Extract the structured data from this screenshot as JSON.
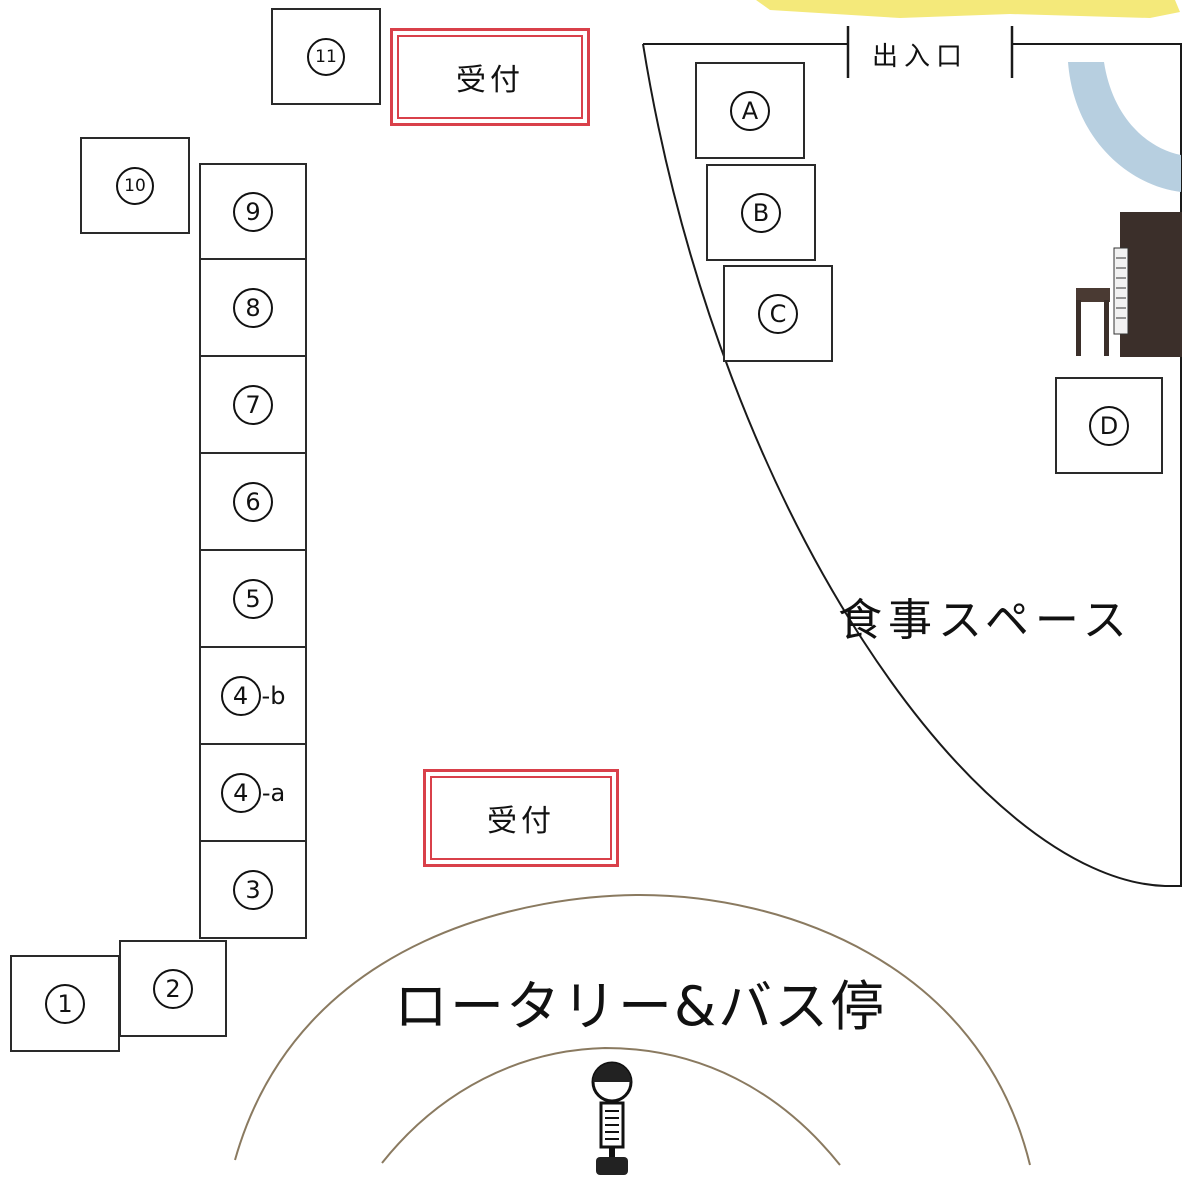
{
  "entrance": {
    "label": "出入口"
  },
  "reception": [
    {
      "label": "受付"
    },
    {
      "label": "受付"
    }
  ],
  "dining": {
    "label": "食事スペース"
  },
  "rotary": {
    "label": "ロータリー&バス停"
  },
  "booths": {
    "b1": "1",
    "b2": "2",
    "b3": "3",
    "b4a": "4",
    "b4a_suffix": "-a",
    "b4b": "4",
    "b4b_suffix": "-b",
    "b5": "5",
    "b6": "6",
    "b7": "7",
    "b8": "8",
    "b9": "9",
    "b10": "10",
    "b11": "11",
    "bA": "A",
    "bB": "B",
    "bC": "C",
    "bD": "D"
  },
  "colors": {
    "reception_border": "#d9404a",
    "ink": "#111111",
    "sky_band": "#b7cfe0",
    "highlight": "#f4e97a",
    "rotary_line": "#8a7a60"
  }
}
